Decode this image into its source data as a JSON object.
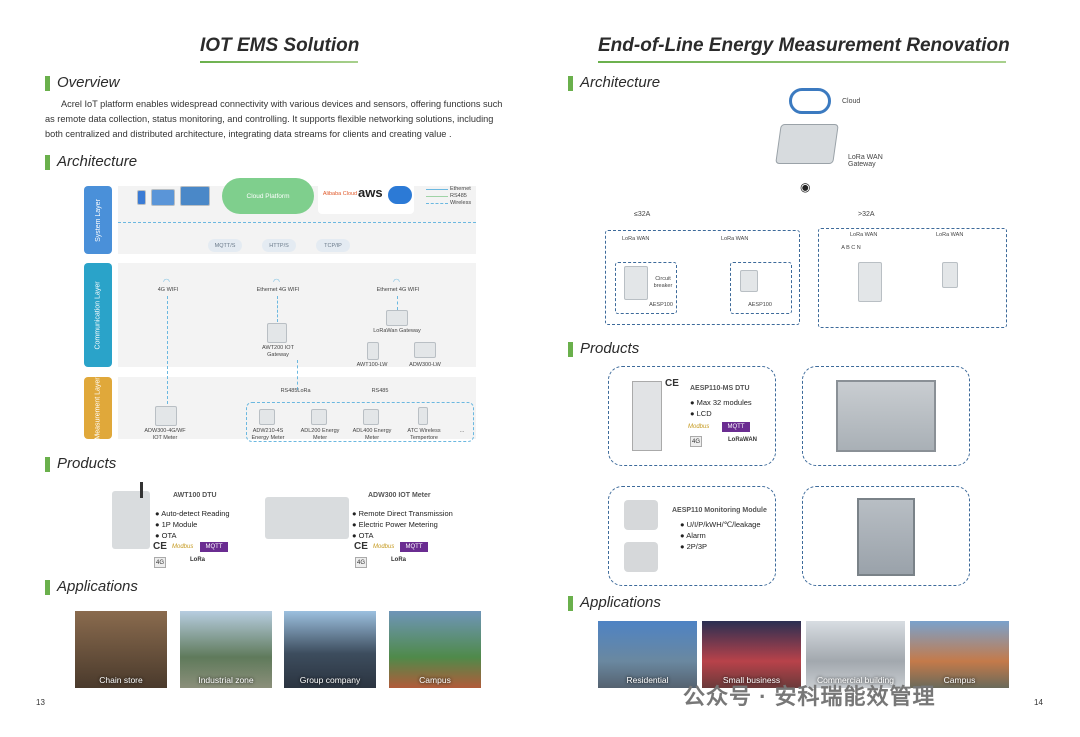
{
  "left": {
    "title": "IOT EMS Solution",
    "overview": {
      "heading": "Overview",
      "text": "Acrel IoT platform enables widespread connectivity with various devices and sensors, offering functions such as remote data collection, status monitoring, and controlling. It supports flexible networking solutions, including both centralized and distributed architecture, integrating data streams for clients and creating value ."
    },
    "architecture": {
      "heading": "Architecture",
      "layers": [
        "System Layer",
        "Communication Layer",
        "Measurement Layer"
      ],
      "cloud": "Cloud Platform",
      "vendors": [
        "Alibaba Cloud",
        "aws"
      ],
      "legend": [
        "Ethernet",
        "RS485",
        "Wireless"
      ],
      "protocols": [
        "MQTT/S",
        "HTTP/S",
        "TCP/IP"
      ],
      "links": [
        "4G WIFI",
        "Ethernet 4G WIFI",
        "Ethernet 4G WIFI"
      ],
      "gateways": [
        "AWT200 IOT Gateway",
        "LoRaWan Gateway",
        "AWT100-LW",
        "ADW300-LW"
      ],
      "bus": [
        "RS485",
        "LoRa",
        "RS485"
      ],
      "meters": [
        "ADW300-4G/WF IOT Meter",
        "ADW210-4S Energy Meter",
        "ADL200 Energy Meter",
        "ADL400 Energy Meter",
        "ATC Wireless Tempertore",
        "..."
      ]
    },
    "products": {
      "heading": "Products",
      "items": [
        {
          "name": "AWT100 DTU",
          "bullets": [
            "Auto-detect Reading",
            "1P Module",
            "OTA"
          ]
        },
        {
          "name": "ADW300 IOT Meter",
          "bullets": [
            "Remote Direct Transmission",
            "Electric Power Metering",
            "OTA"
          ]
        }
      ],
      "badges": [
        "CE",
        "Modbus",
        "MQTT",
        "4G",
        "LoRa"
      ]
    },
    "applications": {
      "heading": "Applications",
      "items": [
        "Chain store",
        "Industrial zone",
        "Group company",
        "Campus"
      ]
    },
    "page": "13"
  },
  "right": {
    "title": "End-of-Line Energy Measurement Renovation",
    "architecture": {
      "heading": "Architecture",
      "cloud": "Cloud",
      "gateway": "LoRa WAN Gateway",
      "groups": [
        "≤32A",
        ">32A"
      ],
      "lora": [
        "LoRa WAN",
        "LoRa WAN",
        "LoRa WAN",
        "LoRa WAN"
      ],
      "breaker": "Circuit breaker",
      "device": "AESP100",
      "phases": "A B C N"
    },
    "products": {
      "heading": "Products",
      "items": [
        {
          "name": "AESP110-MS DTU",
          "bullets": [
            "Max 32 modules",
            "LCD"
          ]
        },
        {
          "name": "AESP110 Monitoring Module",
          "bullets": [
            "U/I/P/kWH/℃/leakage",
            "Alarm",
            "2P/3P"
          ]
        }
      ],
      "badges": [
        "CE",
        "Modbus",
        "MQTT",
        "4G",
        "LoRaWAN"
      ]
    },
    "applications": {
      "heading": "Applications",
      "items": [
        "Residential",
        "Small business",
        "Commercial building",
        "Campus"
      ]
    },
    "page": "14",
    "watermark": "公众号 · 安科瑞能效管理"
  },
  "colors": {
    "accent": "#6ab04c",
    "system_layer": "#4a90d9",
    "comm_layer": "#2aa3c9",
    "meas_layer": "#e0a83a",
    "dashed_box": "#3d6a9a"
  }
}
